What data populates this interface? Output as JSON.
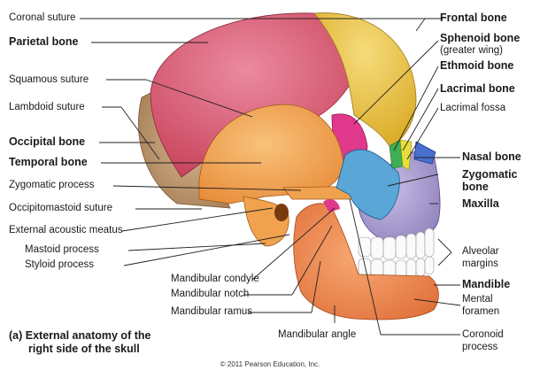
{
  "labels_left": [
    {
      "id": "coronal-suture",
      "text": "Coronal suture",
      "bold": false
    },
    {
      "id": "parietal-bone",
      "text": "Parietal bone",
      "bold": true
    },
    {
      "id": "squamous-suture",
      "text": "Squamous suture",
      "bold": false
    },
    {
      "id": "lambdoid-suture",
      "text": "Lambdoid suture",
      "bold": false
    },
    {
      "id": "occipital-bone",
      "text": "Occipital bone",
      "bold": true
    },
    {
      "id": "temporal-bone",
      "text": "Temporal bone",
      "bold": true
    },
    {
      "id": "zygomatic-process",
      "text": "Zygomatic process",
      "bold": false
    },
    {
      "id": "occipitomastoid-suture",
      "text": "Occipitomastoid suture",
      "bold": false
    },
    {
      "id": "external-acoustic-meatus",
      "text": "External acoustic meatus",
      "bold": false
    },
    {
      "id": "mastoid-process",
      "text": "Mastoid process",
      "bold": false
    },
    {
      "id": "styloid-process",
      "text": "Styloid process",
      "bold": false
    }
  ],
  "labels_bottom": [
    {
      "id": "mandibular-condyle",
      "text": "Mandibular condyle"
    },
    {
      "id": "mandibular-notch",
      "text": "Mandibular notch"
    },
    {
      "id": "mandibular-ramus",
      "text": "Mandibular ramus"
    },
    {
      "id": "mandibular-angle",
      "text": "Mandibular angle"
    }
  ],
  "labels_right": [
    {
      "id": "frontal-bone",
      "text": "Frontal bone",
      "bold": true
    },
    {
      "id": "sphenoid-bone",
      "text": "Sphenoid bone",
      "bold": true,
      "sub": "(greater wing)"
    },
    {
      "id": "ethmoid-bone",
      "text": "Ethmoid bone",
      "bold": true
    },
    {
      "id": "lacrimal-bone",
      "text": "Lacrimal bone",
      "bold": true
    },
    {
      "id": "lacrimal-fossa",
      "text": "Lacrimal fossa",
      "bold": false
    },
    {
      "id": "nasal-bone",
      "text": "Nasal bone",
      "bold": true
    },
    {
      "id": "zygomatic-bone",
      "text": "Zygomatic",
      "bold": true,
      "sub": "bone"
    },
    {
      "id": "maxilla",
      "text": "Maxilla",
      "bold": true
    },
    {
      "id": "alveolar-margins",
      "text": "Alveolar",
      "bold": false,
      "sub": "margins"
    },
    {
      "id": "mandible",
      "text": "Mandible",
      "bold": true
    },
    {
      "id": "mental-foramen",
      "text": "Mental",
      "bold": false,
      "sub": "foramen"
    },
    {
      "id": "coronoid-process",
      "text": "Coronoid",
      "bold": false,
      "sub": "process"
    }
  ],
  "caption": {
    "line1": "(a) External anatomy of the",
    "line2": "right side of the skull"
  },
  "copyright": "© 2011 Pearson Education, Inc.",
  "colors": {
    "parietal": "#d9566e",
    "frontal": "#e9c04a",
    "temporal": "#f0a24e",
    "occipital": "#c9a07a",
    "sphenoid": "#e0388a",
    "ethmoid": "#3fae55",
    "lacrimal": "#e6de3a",
    "nasal": "#4a6fd0",
    "zygomatic": "#5aa6d6",
    "maxilla": "#a89ad0",
    "mandible": "#f08a50",
    "teeth": "#fafafa"
  }
}
